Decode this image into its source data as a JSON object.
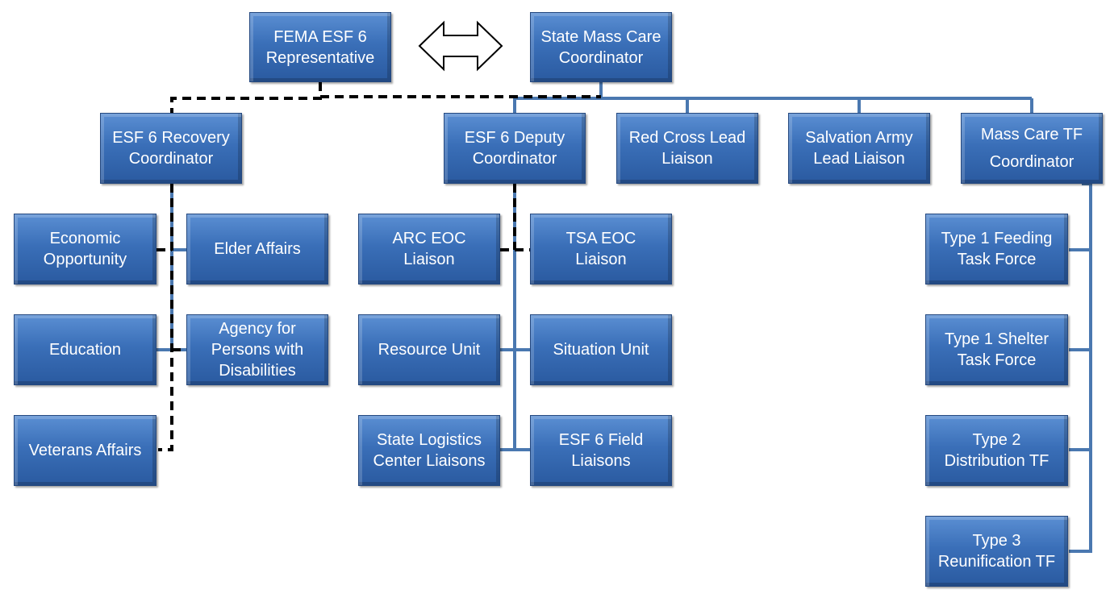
{
  "nodes": {
    "fema_rep": "FEMA ESF 6\nRepresentative",
    "state_coord": "State Mass Care\nCoordinator",
    "recovery_coord": "ESF 6 Recovery\nCoordinator",
    "deputy_coord": "ESF 6 Deputy\nCoordinator",
    "red_cross": "Red Cross Lead\nLiaison",
    "salvation_army": "Salvation Army\nLead Liaison",
    "mass_care_tf": "Mass Care TF\nCoordinator",
    "economic": "Economic\nOpportunity",
    "elder": "Elder Affairs",
    "education": "Education",
    "apd": "Agency for\nPersons with\nDisabilities",
    "veterans": "Veterans Affairs",
    "arc_eoc": "ARC EOC\nLiaison",
    "tsa_eoc": "TSA EOC\nLiaison",
    "resource": "Resource Unit",
    "situation": "Situation Unit",
    "logistics": "State Logistics\nCenter Liaisons",
    "field": "ESF 6 Field\nLiaisons",
    "feeding": "Type 1 Feeding\nTask Force",
    "shelter": "Type 1 Shelter\nTask Force",
    "distribution": "Type 2\nDistribution TF",
    "reunification": "Type 3\nReunification TF"
  },
  "colors": {
    "box_fill": "#3a6fb8",
    "solid_line": "#4a78b0",
    "dashed_line": "#000000"
  }
}
